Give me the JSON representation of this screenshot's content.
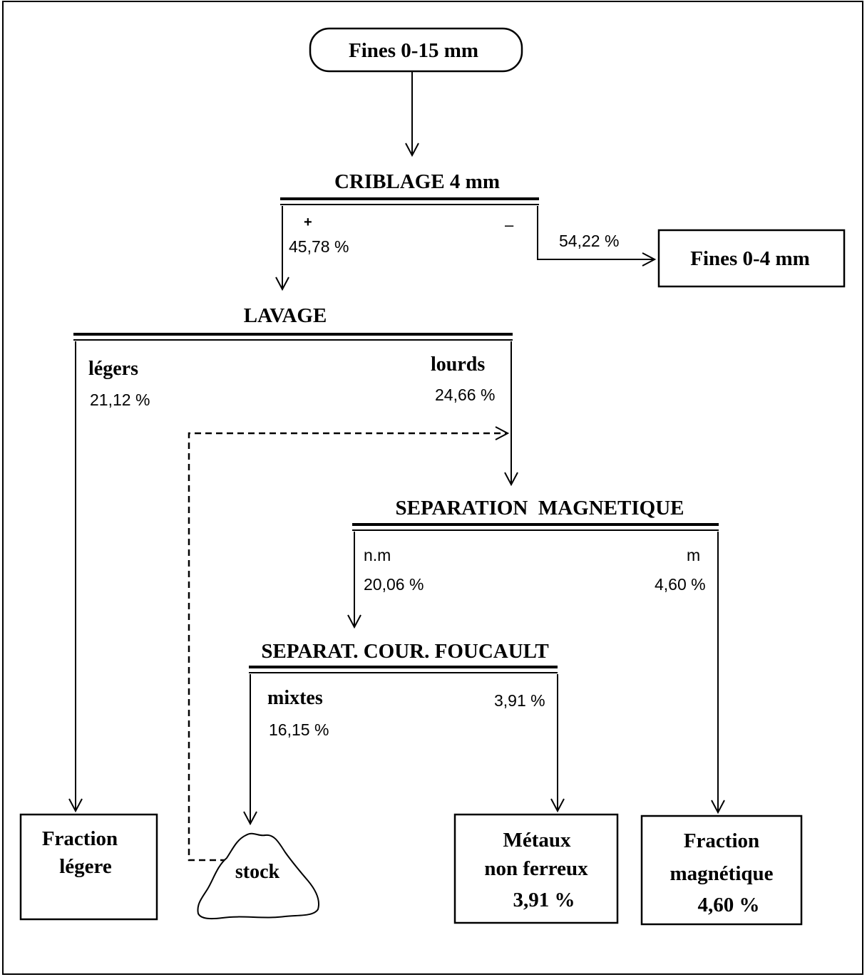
{
  "start_node": "Fines 0-15 mm",
  "criblage": {
    "title": "CRIBLAGE 4 mm",
    "plus_sign": "+",
    "plus_pct": "45,78 %",
    "minus_sign": "–",
    "minus_pct": "54,22 %",
    "fines_box": "Fines 0-4 mm"
  },
  "lavage": {
    "title": "LAVAGE",
    "light_label": "légers",
    "light_pct": "21,12 %",
    "heavy_label": "lourds",
    "heavy_pct": "24,66 %"
  },
  "magnetic": {
    "title": "SEPARATION  MAGNETIQUE",
    "nm_label": "n.m",
    "nm_pct": "20,06 %",
    "m_label": "m",
    "m_pct": "4,60 %"
  },
  "foucault": {
    "title": "SEPARAT. COUR. FOUCAULT",
    "mixed_label": "mixtes",
    "mixed_pct": "16,15 %",
    "metal_pct": "3,91 %"
  },
  "outputs": {
    "light_line1": "Fraction",
    "light_line2": "légere",
    "stock": "stock",
    "metals_line1": "Métaux",
    "metals_line2": "non ferreux",
    "metals_pct": "3,91 %",
    "magnetic_line1": "Fraction",
    "magnetic_line2": "magnétique",
    "magnetic_pct": "4,60 %"
  }
}
